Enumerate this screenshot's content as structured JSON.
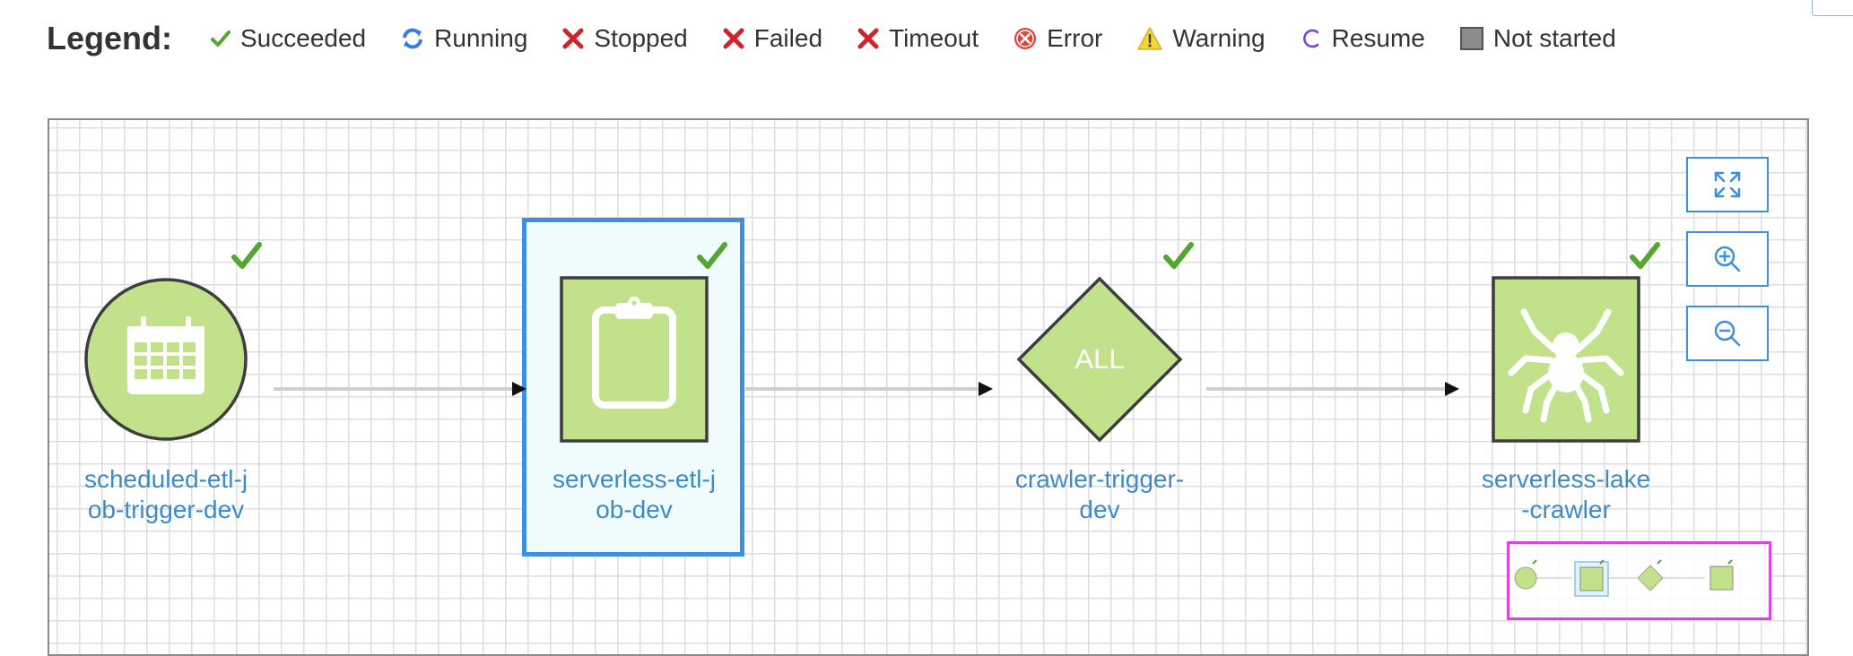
{
  "legend": {
    "title": "Legend:",
    "items": [
      {
        "label": "Succeeded",
        "icon": "checkmark-icon",
        "color": "#55a532"
      },
      {
        "label": "Running",
        "icon": "refresh-icon",
        "color": "#3b7fd4"
      },
      {
        "label": "Stopped",
        "icon": "x-icon",
        "color": "#d0242b"
      },
      {
        "label": "Failed",
        "icon": "x-icon",
        "color": "#d0242b"
      },
      {
        "label": "Timeout",
        "icon": "x-icon",
        "color": "#d0242b"
      },
      {
        "label": "Error",
        "icon": "error-circle-icon",
        "color": "#e0443c"
      },
      {
        "label": "Warning",
        "icon": "warning-triangle-icon",
        "color": "#f1c40f"
      },
      {
        "label": "Resume",
        "icon": "resume-arc-icon",
        "color": "#7a3fd6"
      },
      {
        "label": "Not started",
        "icon": "gray-square-icon",
        "color": "#888888"
      }
    ]
  },
  "colors": {
    "node_fill": "#c1e28b",
    "node_stroke": "#3d3d3d",
    "check": "#55a532",
    "label": "#3f8ac7",
    "selection": "#3d8fe0",
    "minimap_border": "#e040e8"
  },
  "graph": {
    "nodes": [
      {
        "label": "scheduled-etl-j\nob-trigger-dev",
        "kind": "trigger",
        "icon": "calendar-icon",
        "status": "Succeeded"
      },
      {
        "label": "serverless-etl-j\nob-dev",
        "kind": "job",
        "icon": "clipboard-icon",
        "status": "Succeeded",
        "selected": true
      },
      {
        "label": "crawler-trigger-\ndev",
        "kind": "conditional-trigger",
        "shape_text": "ALL",
        "status": "Succeeded"
      },
      {
        "label": "serverless-lake\n-crawler",
        "kind": "crawler",
        "icon": "spider-icon",
        "status": "Succeeded"
      }
    ]
  },
  "controls": {
    "fit": "fit-to-screen-icon",
    "zoom_in": "zoom-in-icon",
    "zoom_out": "zoom-out-icon"
  }
}
